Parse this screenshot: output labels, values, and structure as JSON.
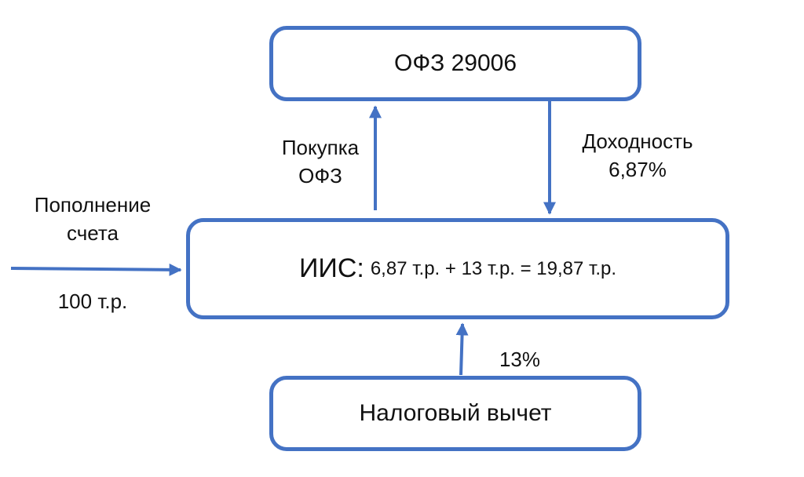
{
  "nodes": {
    "ofz": {
      "label": "ОФЗ 29006"
    },
    "iis": {
      "label": "ИИС:",
      "formula": "6,87 т.р. + 13 т.р. = 19,87 т.р."
    },
    "tax": {
      "label": "Налоговый вычет"
    }
  },
  "edges": {
    "deposit": {
      "line1": "Пополнение",
      "line2": "счета",
      "amount": "100 т.р."
    },
    "purchase": {
      "line1": "Покупка",
      "line2": "ОФЗ"
    },
    "yield": {
      "line1": "Доходность",
      "line2": "6,87%"
    },
    "deduction": {
      "label": "13%"
    }
  },
  "colors": {
    "accent": "#4472c4",
    "text": "#111111",
    "background": "#ffffff"
  }
}
